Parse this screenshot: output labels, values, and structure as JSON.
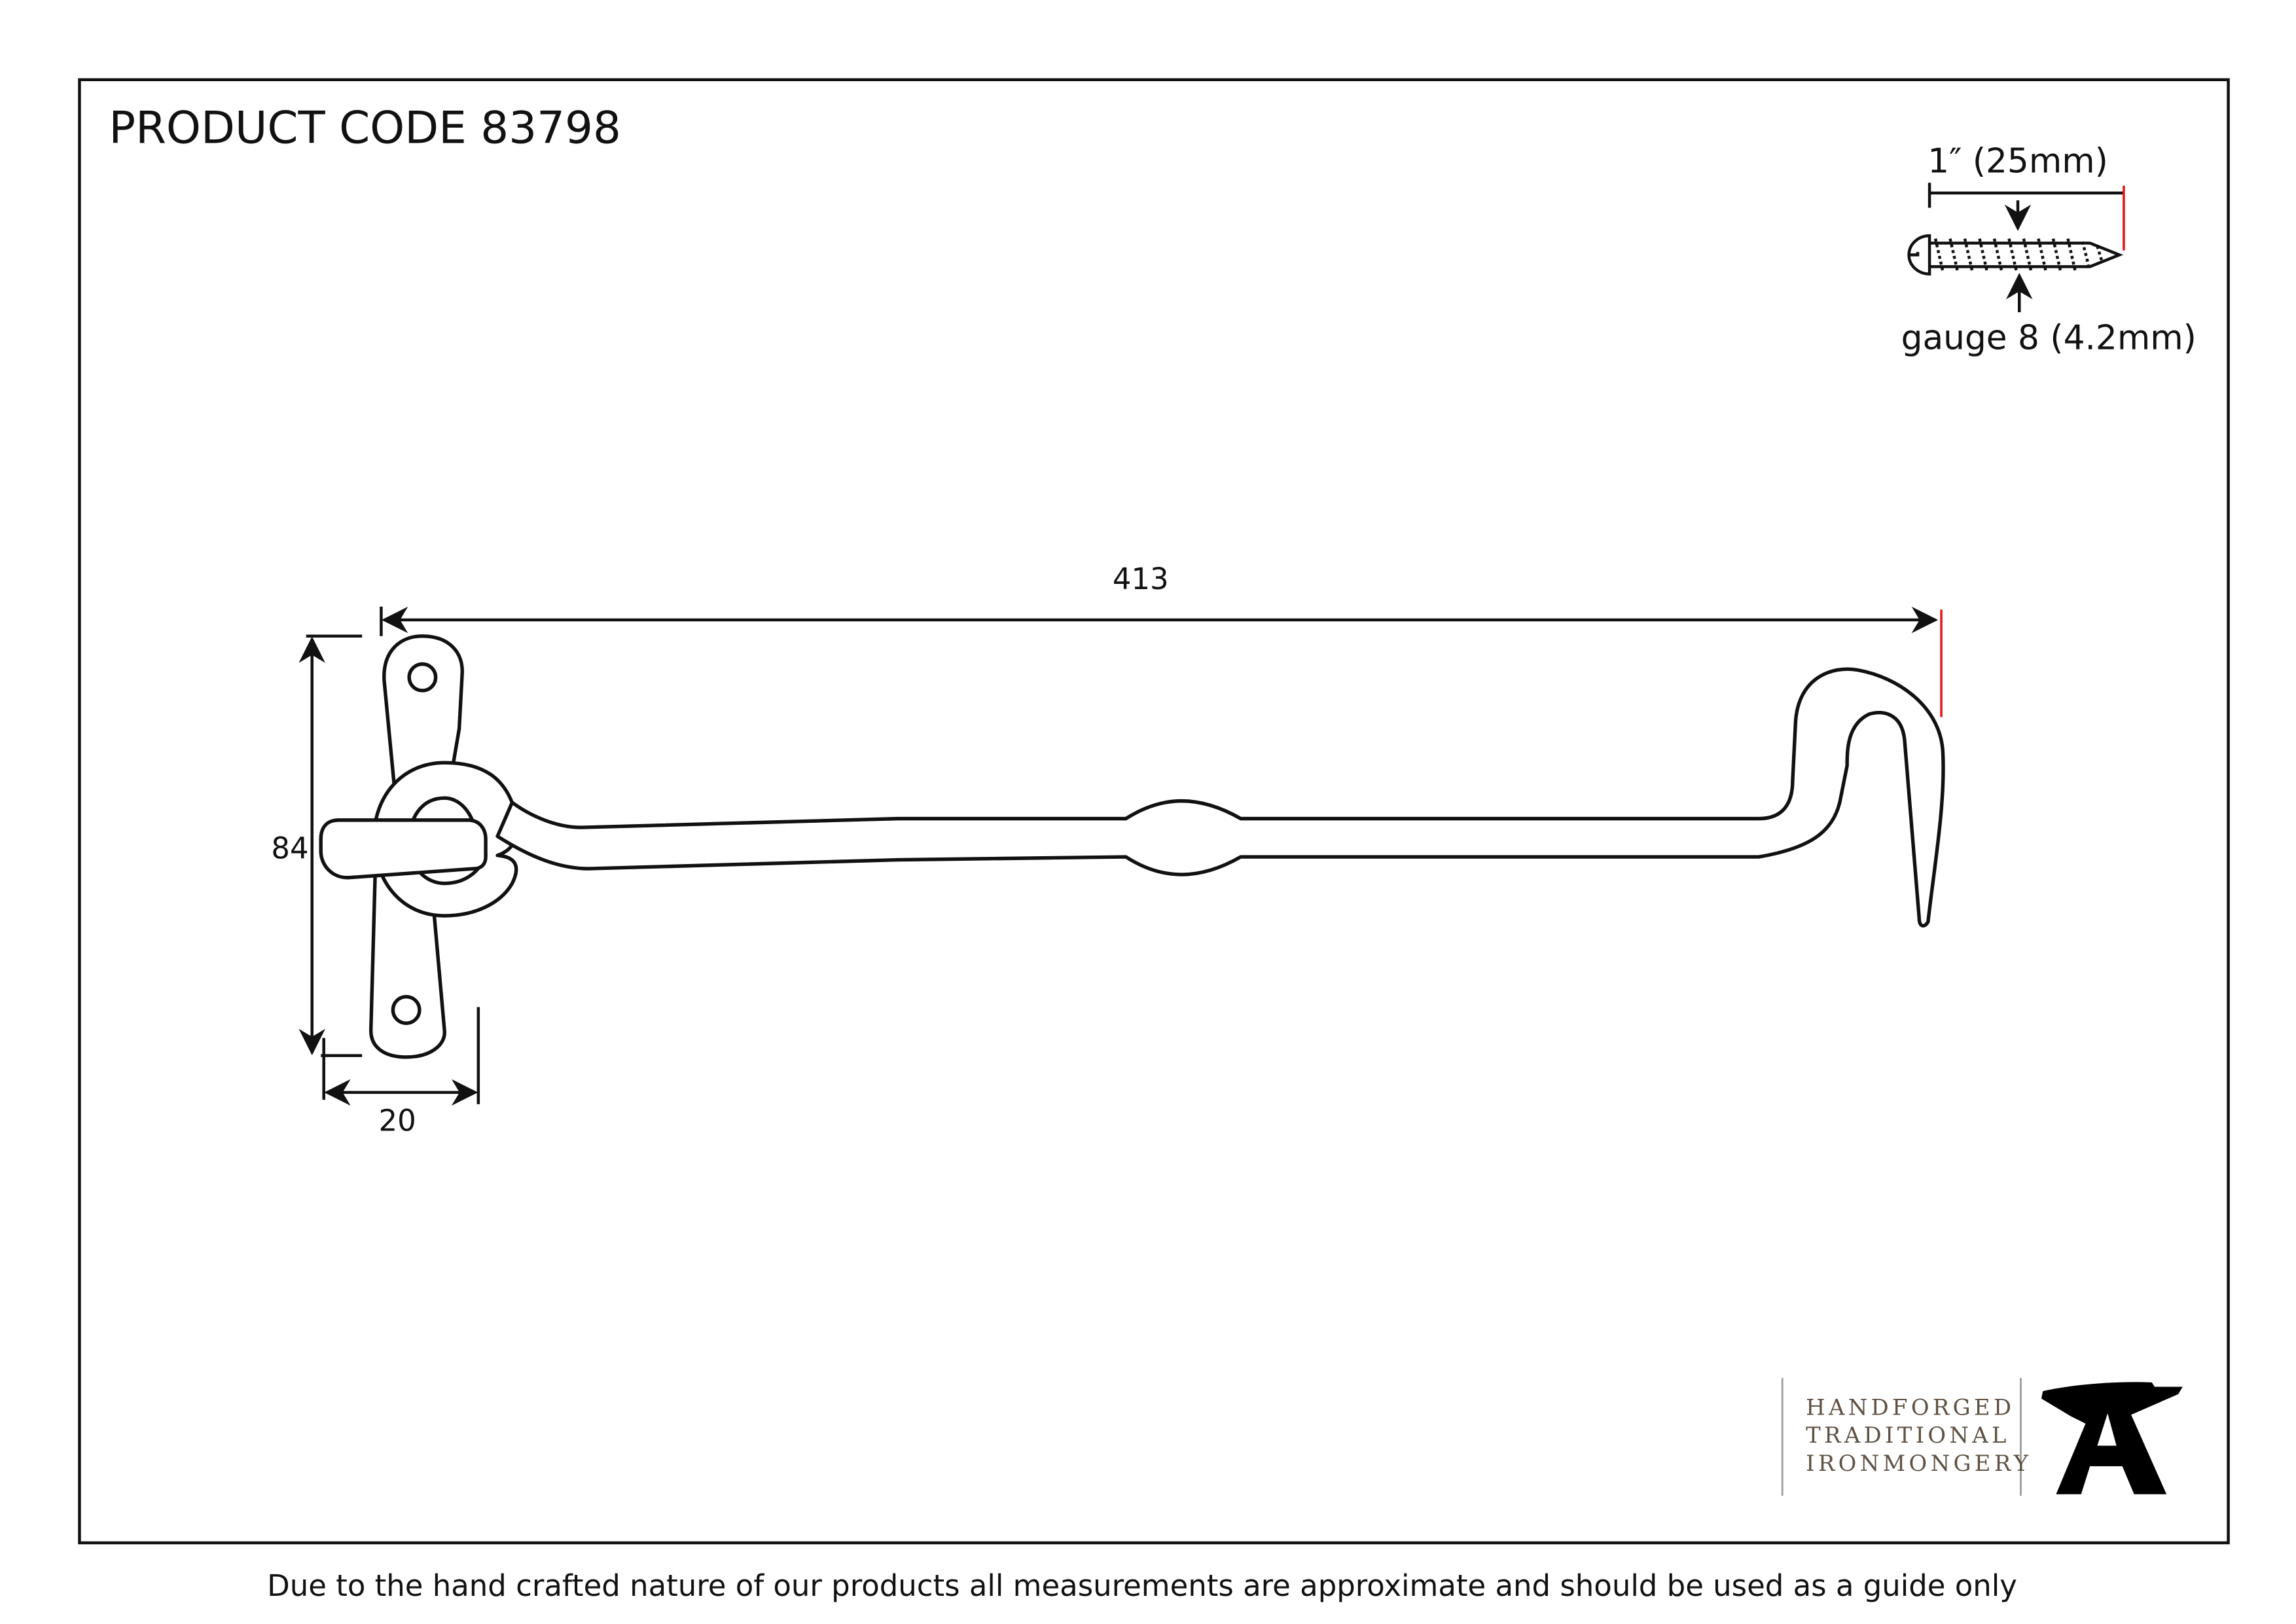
{
  "header": {
    "product_code": "PRODUCT CODE 83798"
  },
  "screw": {
    "length_label": "1″ (25mm)",
    "gauge_label": "gauge 8 (4.2mm)"
  },
  "dimensions": {
    "length": "413",
    "height": "84",
    "width": "20"
  },
  "logo": {
    "line1": "HANDFORGED",
    "line2": "TRADITIONAL",
    "line3": "IRONMONGERY",
    "text_color": "#5e5042"
  },
  "footer": {
    "disclaimer": "Due to the hand crafted nature of our products all measurements are approximate and should be used as a guide only"
  },
  "colors": {
    "line": "#111111",
    "marker": "#e31b1b"
  }
}
